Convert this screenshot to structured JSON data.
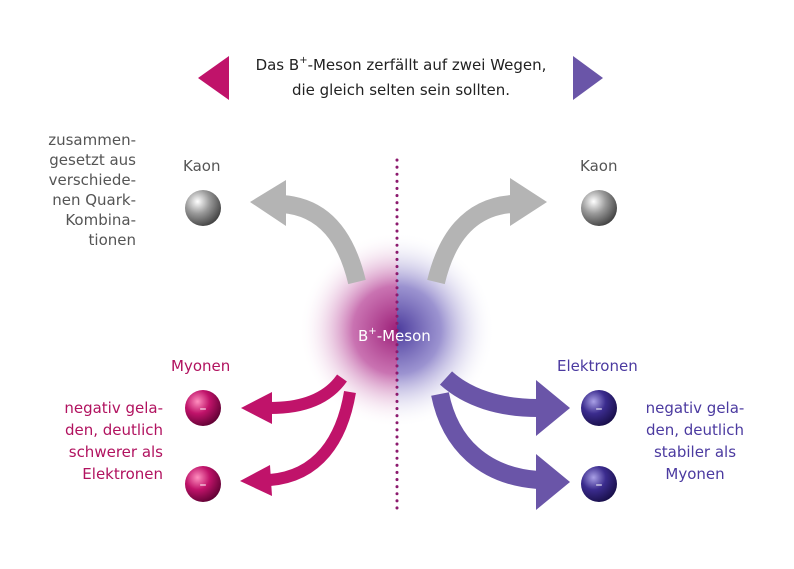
{
  "header": {
    "line1_prefix": "Das B",
    "line1_sup": "+",
    "line1_suffix": "-Meson zerfällt auf zwei Wegen,",
    "line2": "die gleich selten sein sollten."
  },
  "left_info": [
    "zusammen-",
    "gesetzt aus",
    "verschiede-",
    "nen Quark-",
    "Kombina-",
    "tionen"
  ],
  "kaon_left": "Kaon",
  "kaon_right": "Kaon",
  "meson": {
    "prefix": "B",
    "sup": "+",
    "suffix": "-Meson"
  },
  "muons": {
    "label": "Myonen",
    "note": [
      "negativ gela-",
      "den, deutlich",
      "schwerer als",
      "Elektronen"
    ],
    "charge": "–"
  },
  "electrons": {
    "label": "Elektronen",
    "note": [
      "negativ gela-",
      "den, deutlich",
      "stabiler als",
      "Myonen"
    ],
    "charge": "–"
  },
  "colors": {
    "magenta": "#c0136a",
    "violet": "#6a55a8",
    "kaon_grey": "#b4b4b4",
    "dotted_line": "#8c1a6e",
    "muon_text": "#b1125f",
    "electron_text": "#4b3aa0"
  }
}
